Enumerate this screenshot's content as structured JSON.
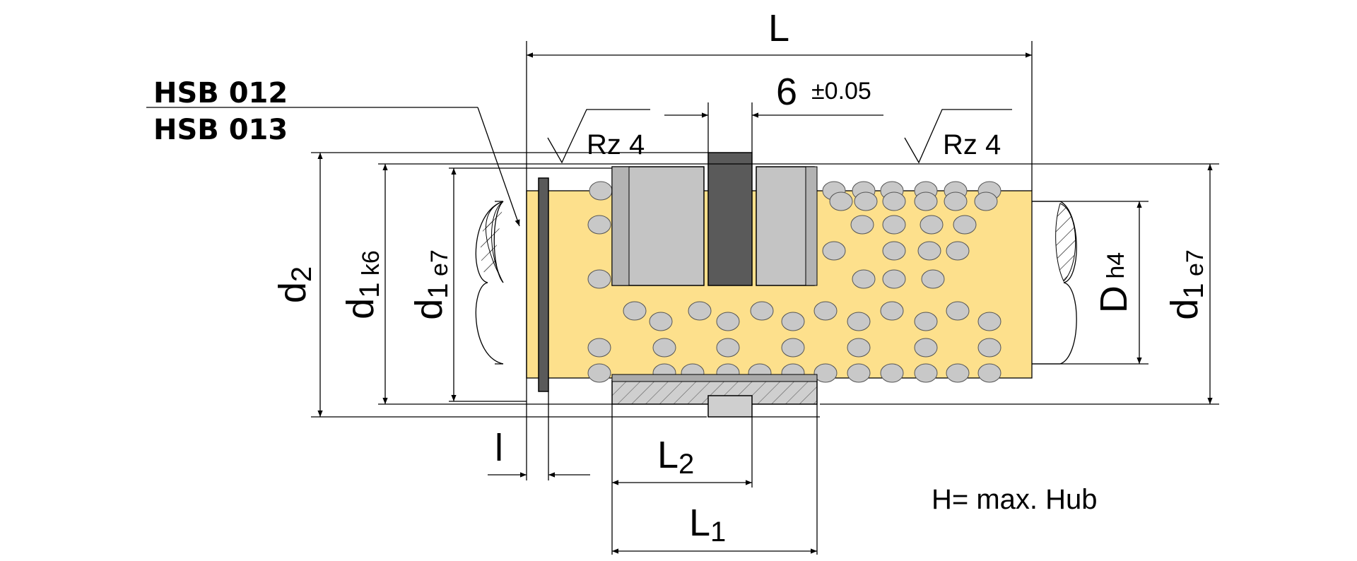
{
  "labels": {
    "part_a": "HSB 012",
    "part_b": "HSB 013",
    "length_total": "L",
    "tol_value": "6",
    "tol_dev": "±0.05",
    "rough_left": "Rz 4",
    "rough_right": "Rz 4",
    "d2": {
      "base": "d",
      "sub": "2"
    },
    "d1k6": {
      "base": "d",
      "sub1": "1",
      "sub2": " k6"
    },
    "d1e7_left": {
      "base": "d",
      "sub1": "1",
      "sub2": " e7"
    },
    "D_h4": {
      "base": "D",
      "sub": " h4"
    },
    "d1e7_right": {
      "base": "d",
      "sub1": "1",
      "sub2": " e7"
    },
    "l_small": "l",
    "L2": {
      "base": "L",
      "sub": "2"
    },
    "L1": {
      "base": "L",
      "sub": "1"
    },
    "note": "H= max. Hub"
  },
  "colors": {
    "cage": "#fde08c",
    "ball": "#c8c8c8",
    "sleeve": "#c4c4c4",
    "ring_dark": "#5a5a5a",
    "housing": "#cfcfcf"
  }
}
